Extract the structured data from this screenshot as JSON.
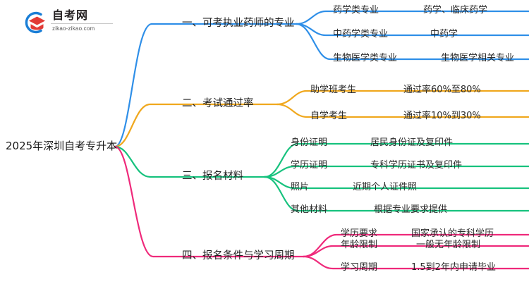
{
  "logo": {
    "name_cn": "自考网",
    "url": "zikao-zikao.com",
    "mark_blue": "#1a7ed6",
    "mark_red": "#e23a36"
  },
  "mindmap": {
    "root": {
      "label": "2025年深圳自考专升本"
    },
    "branch_colors": {
      "blue": "#2f8fe8",
      "orange": "#f0a81e",
      "green": "#17c27e",
      "pink": "#ef2a7b"
    },
    "branches": [
      {
        "label": "一、可考执业药师的专业",
        "color": "#2f8fe8",
        "children": [
          {
            "label": "药学类专业",
            "value": "药学、临床药学"
          },
          {
            "label": "中药学类专业",
            "value": "中药学"
          },
          {
            "label": "生物医学类专业",
            "value": "生物医学相关专业"
          }
        ]
      },
      {
        "label": "二、考试通过率",
        "color": "#f0a81e",
        "children": [
          {
            "label": "助学班考生",
            "value": "通过率60%至80%"
          },
          {
            "label": "自学考生",
            "value": "通过率10%到30%"
          }
        ]
      },
      {
        "label": "三、报名材料",
        "color": "#17c27e",
        "children": [
          {
            "label": "身份证明",
            "value": "居民身份证及复印件"
          },
          {
            "label": "学历证明",
            "value": "专科学历证书及复印件"
          },
          {
            "label": "照片",
            "value": "近期个人证件照"
          },
          {
            "label": "其他材料",
            "value": "根据专业要求提供"
          }
        ]
      },
      {
        "label": "四、报名条件与学习周期",
        "color": "#ef2a7b",
        "children": [
          {
            "label": "学历要求",
            "value": "国家承认的专科学历"
          },
          {
            "label": "年龄限制",
            "value": "一般无年龄限制"
          },
          {
            "label": "学习周期",
            "value": "1.5到2年内申请毕业"
          }
        ]
      }
    ]
  }
}
